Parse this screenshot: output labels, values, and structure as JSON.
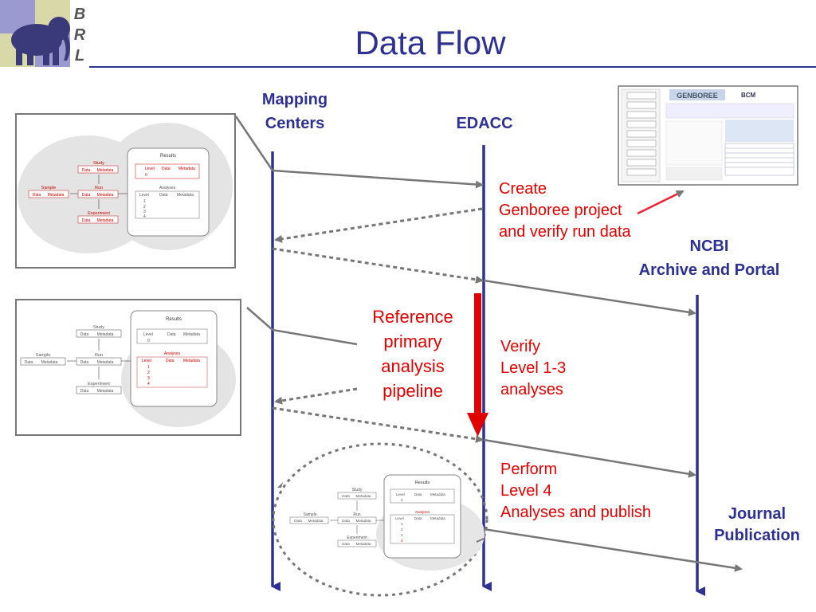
{
  "header": {
    "title": "Data Flow",
    "logo_letters": [
      "B",
      "R",
      "L"
    ]
  },
  "lanes": {
    "mapping": [
      "Mapping",
      "Centers"
    ],
    "edacc": "EDACC",
    "ncbi": [
      "NCBI",
      "Archive and Portal"
    ],
    "journal": [
      "Journal",
      "Publication"
    ]
  },
  "annotations": {
    "create": [
      "Create",
      "Genboree project",
      "and verify run data"
    ],
    "verify": [
      "Verify",
      "Level 1-3",
      "analyses"
    ],
    "perform": [
      "Perform",
      "Level 4",
      "Analyses and publish"
    ],
    "pipeline": [
      "Reference",
      "primary",
      "analysis",
      "pipeline"
    ]
  },
  "schema": {
    "results": "Results",
    "study": "Study",
    "run": "Run",
    "sample": "Sample",
    "experiment": "Experiment",
    "data": "Data",
    "metadata": "Metadata",
    "level": "Level",
    "analyses": "Analyses",
    "levels": [
      "0",
      "1",
      "2",
      "3",
      "4"
    ]
  },
  "thumbnail": {
    "genboree": "GENBOREE",
    "bcm": "BCM"
  },
  "colors": {
    "navy": "#2e3192",
    "red": "#e00000",
    "gray": "#777777"
  }
}
